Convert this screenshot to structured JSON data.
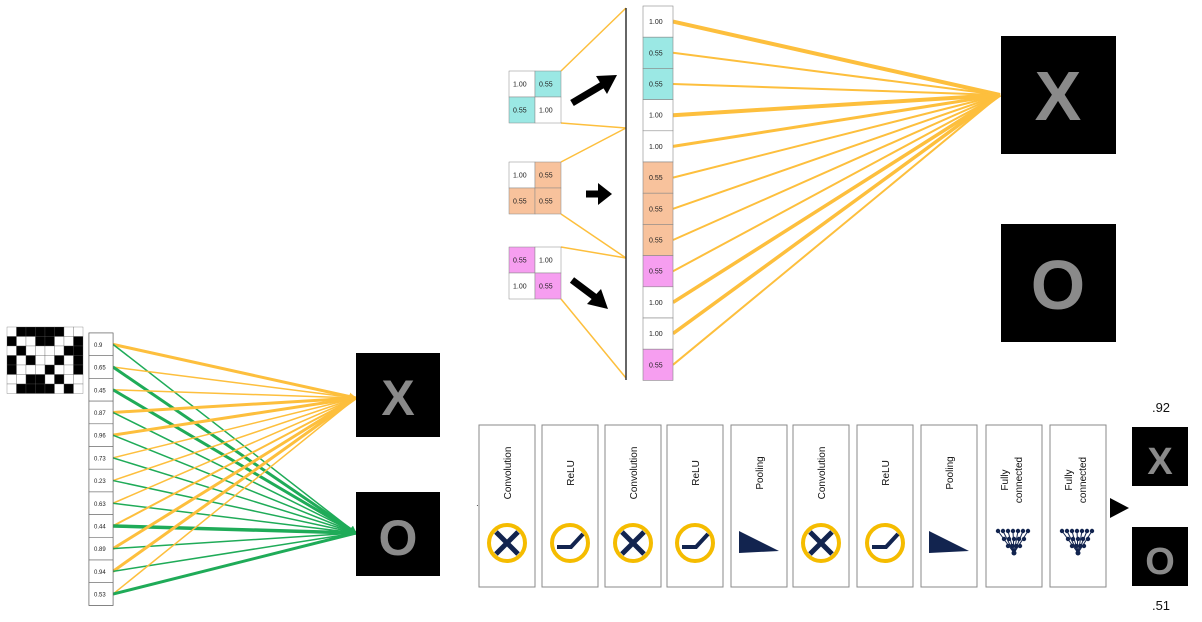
{
  "input_bitmap": {
    "rows": [
      "10000011",
      "01100110",
      "10111100",
      "01011010",
      "01110110",
      "11001011",
      "10000101"
    ]
  },
  "left_vector": {
    "values": [
      "0.9",
      "0.65",
      "0.45",
      "0.87",
      "0.96",
      "0.73",
      "0.23",
      "0.63",
      "0.44",
      "0.89",
      "0.94",
      "0.53"
    ]
  },
  "pooled_maps": [
    {
      "cells": [
        "1.00",
        "0.55",
        "0.55",
        "1.00"
      ],
      "colors": [
        "#ffffff",
        "#9be8e4",
        "#9be8e4",
        "#ffffff"
      ]
    },
    {
      "cells": [
        "1.00",
        "0.55",
        "0.55",
        "0.55"
      ],
      "colors": [
        "#ffffff",
        "#f8c29c",
        "#f8c29c",
        "#f8c29c"
      ]
    },
    {
      "cells": [
        "0.55",
        "1.00",
        "1.00",
        "0.55"
      ],
      "colors": [
        "#f69ef0",
        "#ffffff",
        "#ffffff",
        "#f69ef0"
      ]
    }
  ],
  "right_vector": {
    "values": [
      "1.00",
      "0.55",
      "0.55",
      "1.00",
      "1.00",
      "0.55",
      "0.55",
      "0.55",
      "0.55",
      "1.00",
      "1.00",
      "0.55"
    ],
    "colors": [
      "#ffffff",
      "#9be8e4",
      "#9be8e4",
      "#ffffff",
      "#ffffff",
      "#f8c29c",
      "#f8c29c",
      "#f8c29c",
      "#f69ef0",
      "#ffffff",
      "#ffffff",
      "#f69ef0"
    ]
  },
  "outputs": {
    "x_label": "X",
    "o_label": "O"
  },
  "pipeline": {
    "stages": [
      {
        "label": "Convolution",
        "icon": "convolution-icon"
      },
      {
        "label": "ReLU",
        "icon": "relu-icon"
      },
      {
        "label": "Convolution",
        "icon": "convolution-icon"
      },
      {
        "label": "ReLU",
        "icon": "relu-icon"
      },
      {
        "label": "Pooling",
        "icon": "pooling-icon"
      },
      {
        "label": "Convolution",
        "icon": "convolution-icon"
      },
      {
        "label": "ReLU",
        "icon": "relu-icon"
      },
      {
        "label": "Pooling",
        "icon": "pooling-icon"
      },
      {
        "label": "Fully connected",
        "icon": "fully-connected-icon"
      },
      {
        "label": "Fully connected",
        "icon": "fully-connected-icon"
      }
    ],
    "score_x": ".92",
    "score_o": ".51"
  },
  "colors": {
    "votes_x": "#fdbf3d",
    "votes_o": "#1fab58",
    "icon_ring": "#f5bc00",
    "icon_dark": "#12244f",
    "output_box": "#000000",
    "letter": "#8a8a8a"
  }
}
